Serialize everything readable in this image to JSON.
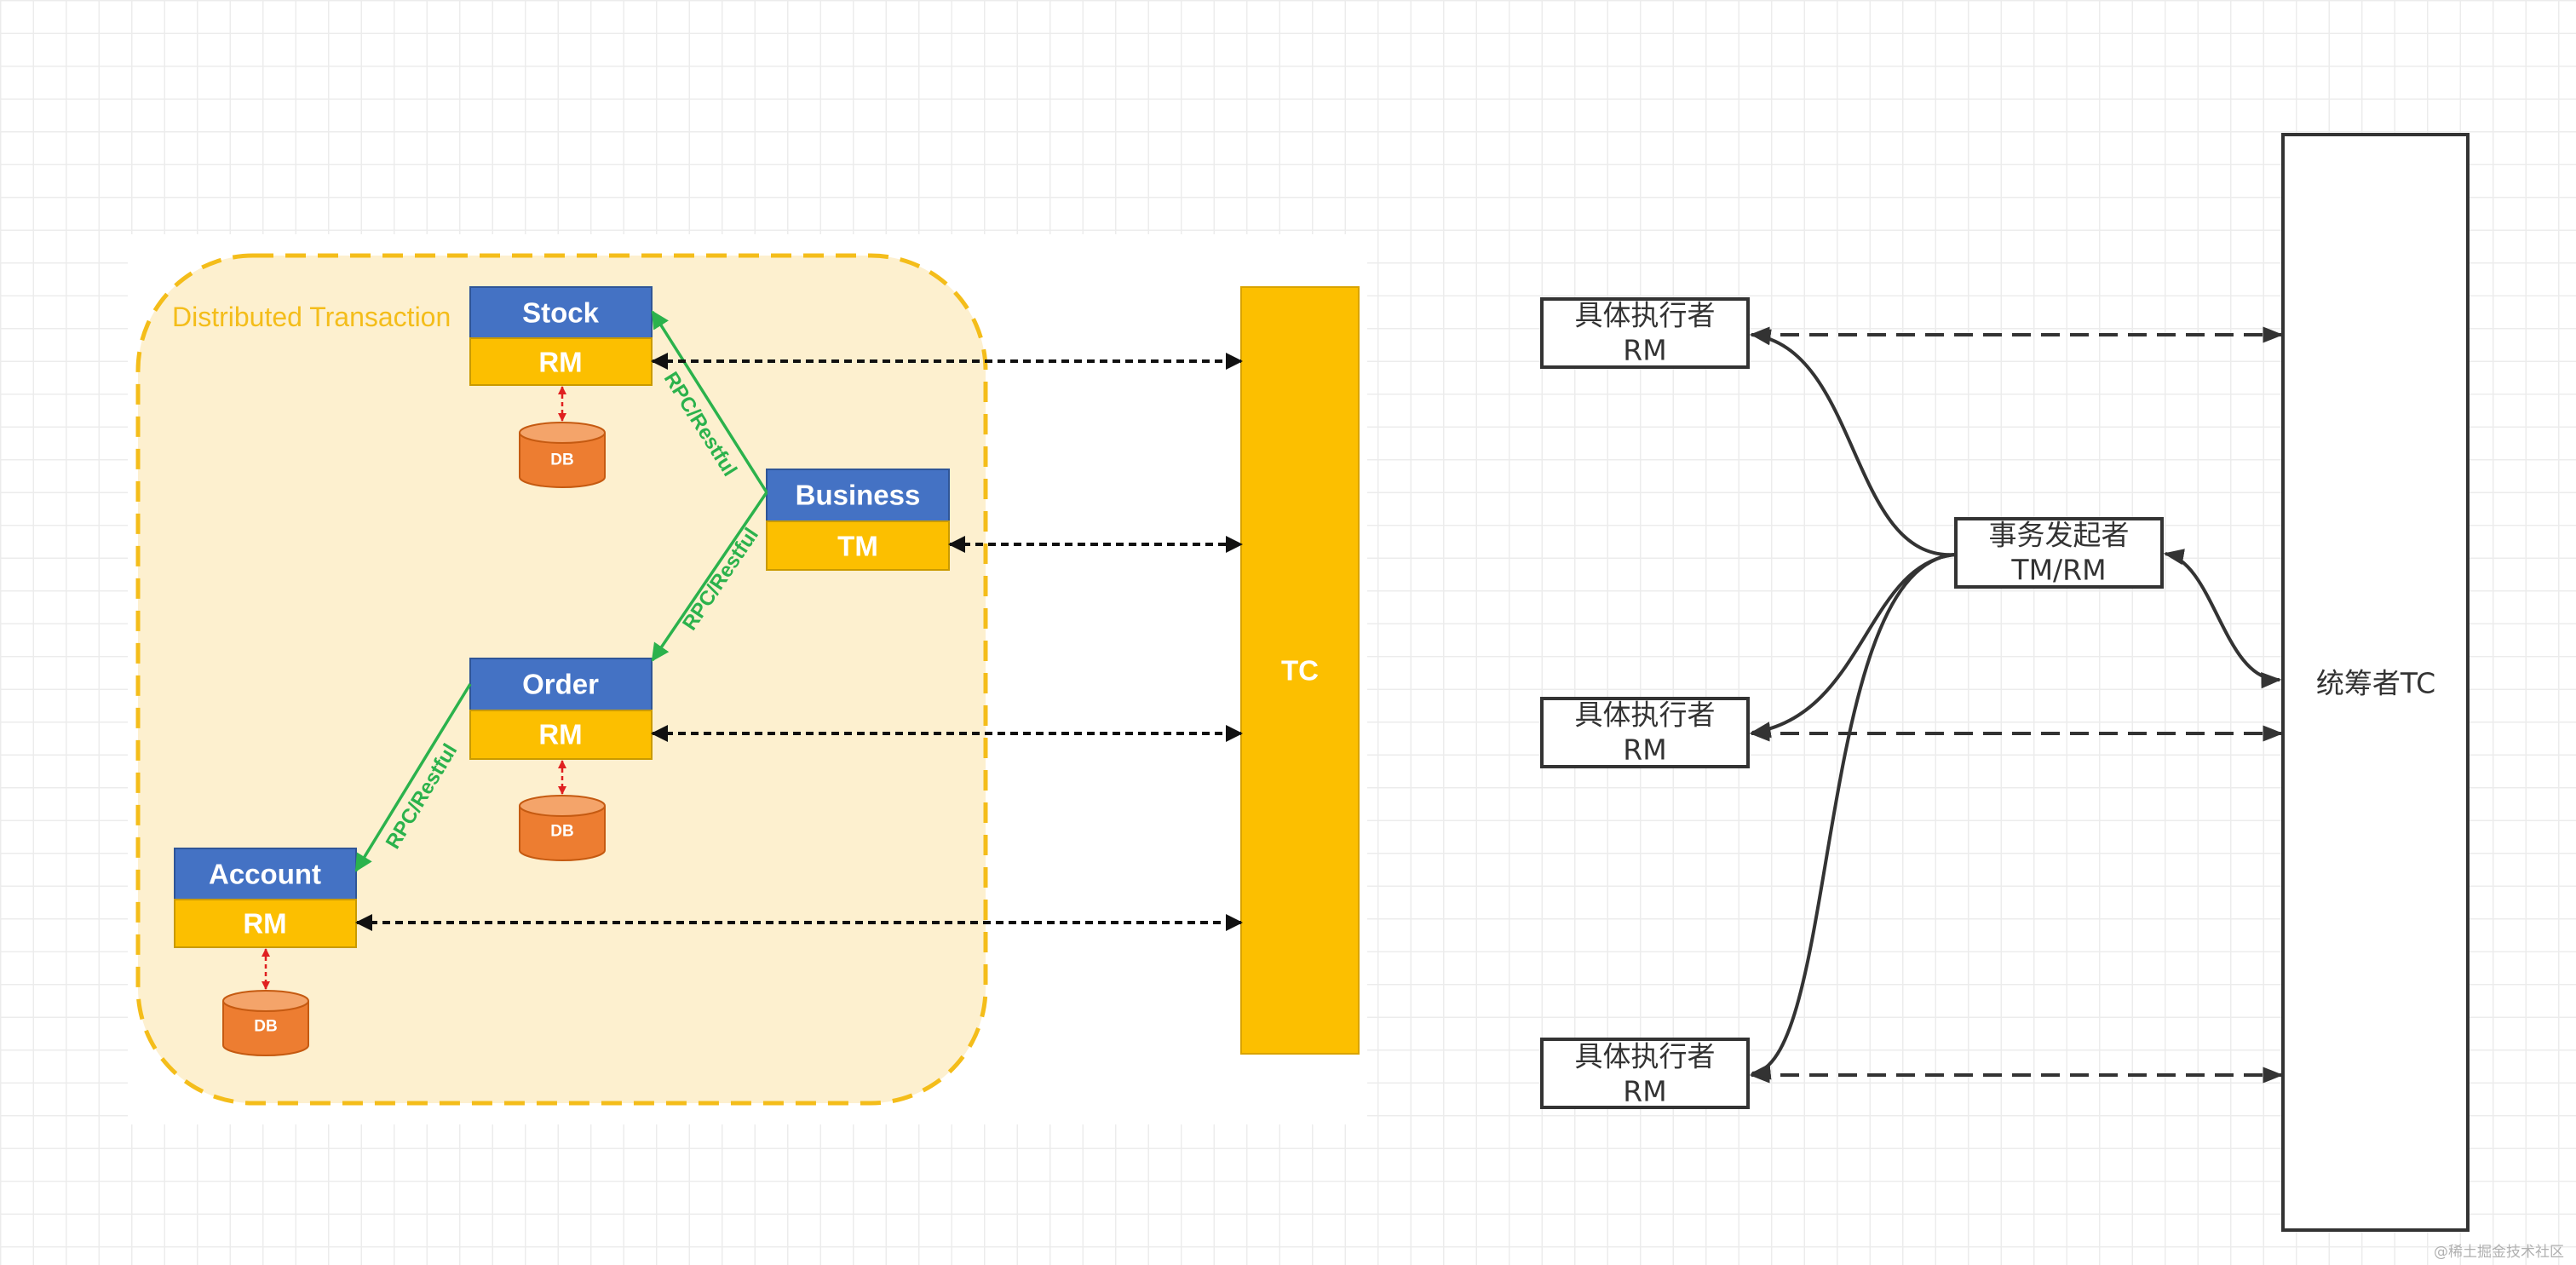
{
  "left_panel": {
    "group_title": "Distributed Transaction",
    "nodes": {
      "stock": {
        "name": "Stock",
        "role": "RM"
      },
      "business": {
        "name": "Business",
        "role": "TM"
      },
      "order": {
        "name": "Order",
        "role": "RM"
      },
      "account": {
        "name": "Account",
        "role": "RM"
      }
    },
    "db_label": "DB",
    "edge_label": "RPC/Restful",
    "tc_label": "TC"
  },
  "right_panel": {
    "executors": [
      {
        "line1": "具体执行者",
        "line2": "RM"
      },
      {
        "line1": "具体执行者",
        "line2": "RM"
      },
      {
        "line1": "具体执行者",
        "line2": "RM"
      }
    ],
    "initiator": {
      "line1": "事务发起者",
      "line2": "TM/RM"
    },
    "coordinator": "统筹者TC"
  },
  "watermark": "@稀土掘金技术社区",
  "colors": {
    "group_fill": "#fdf0cf",
    "group_border": "#f4bd1a",
    "service_blue": "#4472c4",
    "role_yellow": "#fcbf00",
    "db_orange": "#ed7d31",
    "rpc_green": "#2bb24c",
    "db_link_red": "#e02020",
    "dashed_black": "#111111",
    "right_stroke": "#333333"
  }
}
